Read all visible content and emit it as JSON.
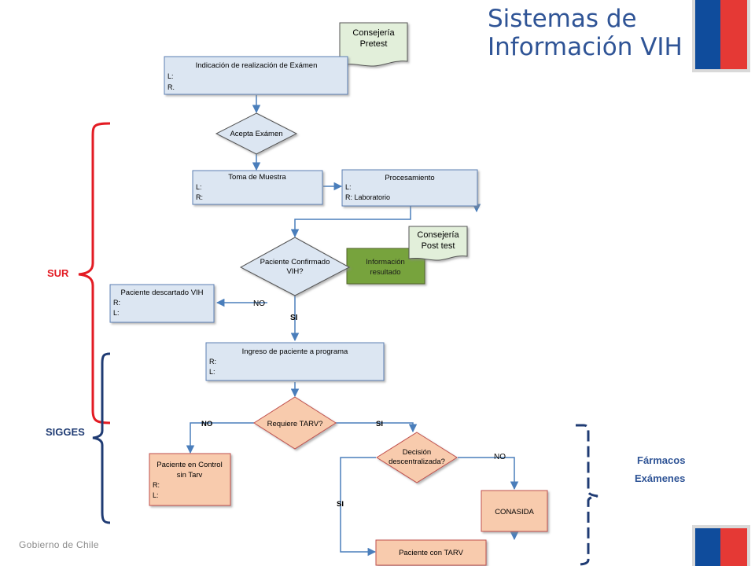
{
  "title": {
    "line1": "Sistemas de",
    "line2": "Información VIH"
  },
  "footer": "Gobierno de Chile",
  "side_labels": {
    "sur": "SUR",
    "sigges": "SIGGES",
    "farmacos": "Fármacos",
    "examenes": "Exámenes"
  },
  "colors": {
    "title": "#2f5496",
    "process_fill": "#dce6f2",
    "process_stroke": "#5b7fb3",
    "decision_fill": "#dce6f2",
    "peach_fill": "#f8cbad",
    "peach_stroke": "#c0504d",
    "green_fill": "#77a33c",
    "doc_fill": "#e2efda",
    "arrow": "#4a7ebb",
    "sur_bracket": "#e31b23",
    "sigges_bracket": "#1f3b73",
    "farmacos_text": "#2f5496",
    "flag_blue": "#0f4c9c",
    "flag_red": "#e53935"
  },
  "nodes": {
    "consejeria_pretest": {
      "line1": "Consejería",
      "line2": "Pretest"
    },
    "indicacion": {
      "title": "Indicación de realización de Exámen",
      "l": "L:",
      "r": "R."
    },
    "acepta": {
      "label": "Acepta Exámen"
    },
    "toma": {
      "title": "Toma de Muestra",
      "l": "L:",
      "r": "R:"
    },
    "procesamiento": {
      "title": "Procesamiento",
      "l": "L:",
      "r": "R: Laboratorio"
    },
    "consejeria_post": {
      "line1": "Consejería",
      "line2": "Post test"
    },
    "confirmado": {
      "line1": "Paciente Confirmado",
      "line2": "VIH?"
    },
    "informacion": {
      "line1": "Información",
      "line2": "resultado"
    },
    "descartado": {
      "title": "Paciente descartado VIH",
      "r": "R:",
      "l": "L:"
    },
    "ingreso": {
      "title": "Ingreso  de paciente a programa",
      "r": "R:",
      "l": "L:"
    },
    "requiere": {
      "label": "Requiere TARV?"
    },
    "control": {
      "line1": "Paciente en Control",
      "line2": "sin Tarv",
      "r": "R:",
      "l": "L:"
    },
    "decision": {
      "line1": "Decisión",
      "line2": "descentralizada?"
    },
    "conasida": {
      "label": "CONASIDA"
    },
    "con_tarv": {
      "label": "Paciente con TARV"
    }
  },
  "edge_labels": {
    "no1": "NO",
    "si1": "SI",
    "no2": "NO",
    "si2": "SI",
    "no3": "NO",
    "si3": "SI"
  }
}
